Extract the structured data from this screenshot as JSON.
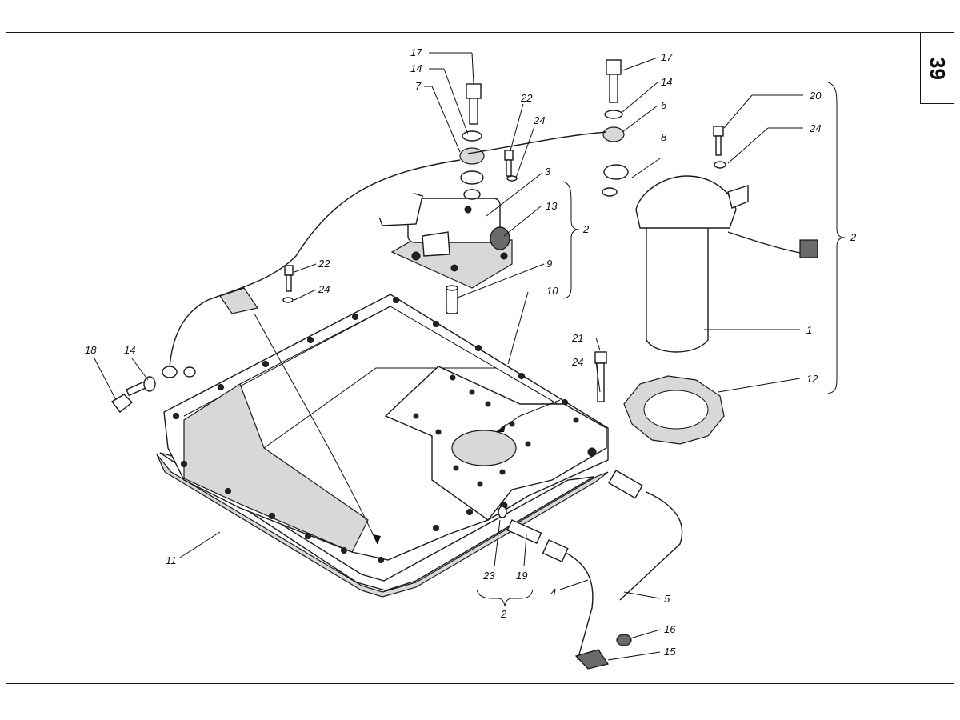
{
  "page_number": "39",
  "callouts": [
    {
      "id": "c17a",
      "text": "17"
    },
    {
      "id": "c14a",
      "text": "14"
    },
    {
      "id": "c7",
      "text": "7"
    },
    {
      "id": "c22a",
      "text": "22"
    },
    {
      "id": "c24a",
      "text": "24"
    },
    {
      "id": "c3",
      "text": "3"
    },
    {
      "id": "c13",
      "text": "13"
    },
    {
      "id": "c2a",
      "text": "2"
    },
    {
      "id": "c9",
      "text": "9"
    },
    {
      "id": "c10",
      "text": "10"
    },
    {
      "id": "c22b",
      "text": "22"
    },
    {
      "id": "c24b",
      "text": "24"
    },
    {
      "id": "c17b",
      "text": "17"
    },
    {
      "id": "c14b",
      "text": "14"
    },
    {
      "id": "c6",
      "text": "6"
    },
    {
      "id": "c8",
      "text": "8"
    },
    {
      "id": "c20",
      "text": "20"
    },
    {
      "id": "c24c",
      "text": "24"
    },
    {
      "id": "c2b",
      "text": "2"
    },
    {
      "id": "c1",
      "text": "1"
    },
    {
      "id": "c12",
      "text": "12"
    },
    {
      "id": "c21",
      "text": "21"
    },
    {
      "id": "c24d",
      "text": "24"
    },
    {
      "id": "c18",
      "text": "18"
    },
    {
      "id": "c14c",
      "text": "14"
    },
    {
      "id": "c11",
      "text": "11"
    },
    {
      "id": "c23",
      "text": "23"
    },
    {
      "id": "c19",
      "text": "19"
    },
    {
      "id": "c2c",
      "text": "2"
    },
    {
      "id": "c4",
      "text": "4"
    },
    {
      "id": "c5",
      "text": "5"
    },
    {
      "id": "c16",
      "text": "16"
    },
    {
      "id": "c15",
      "text": "15"
    }
  ]
}
